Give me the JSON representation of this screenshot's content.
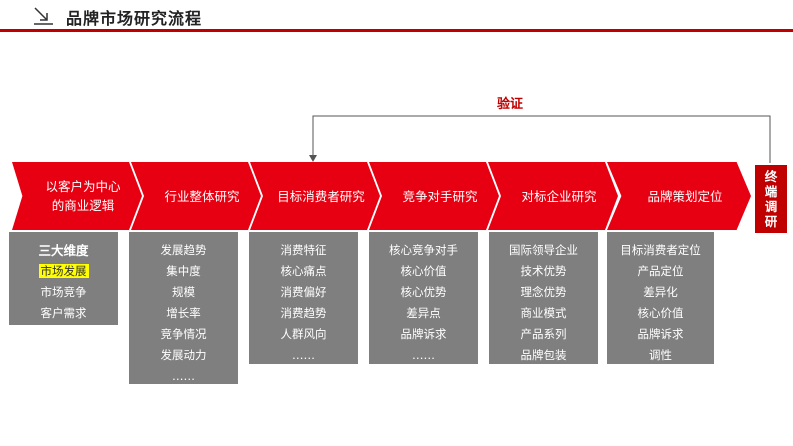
{
  "header": {
    "title": "品牌市场研究流程"
  },
  "feedback": {
    "label": "验证"
  },
  "steps": [
    {
      "line1": "以客户为中心",
      "line2": "的商业逻辑"
    },
    {
      "line1": "行业整体研究"
    },
    {
      "line1": "目标消费者研究"
    },
    {
      "line1": "竞争对手研究"
    },
    {
      "line1": "对标企业研究"
    },
    {
      "line1": "品牌策划定位"
    }
  ],
  "end_step": {
    "label": "终端调研"
  },
  "details": [
    {
      "items": [
        "三大维度",
        "市场发展",
        "市场竞争",
        "客户需求"
      ]
    },
    {
      "items": [
        "发展趋势",
        "集中度",
        "规模",
        "增长率",
        "竞争情况",
        "发展动力",
        "……"
      ]
    },
    {
      "items": [
        "消费特征",
        "核心痛点",
        "消费偏好",
        "消费趋势",
        "人群风向",
        "……"
      ]
    },
    {
      "items": [
        "核心竞争对手",
        "核心价值",
        "核心优势",
        "差异点",
        "品牌诉求",
        "……"
      ]
    },
    {
      "items": [
        "国际领导企业",
        "技术优势",
        "理念优势",
        "商业模式",
        "产品系列",
        "品牌包装"
      ]
    },
    {
      "items": [
        "目标消费者定位",
        "产品定位",
        "差异化",
        "核心价值",
        "品牌诉求",
        "调性"
      ]
    }
  ],
  "colors": {
    "primary_red": "#e60012",
    "dark_red": "#c00000",
    "box_gray": "#7f7f7f",
    "highlight": "#ffff00"
  }
}
